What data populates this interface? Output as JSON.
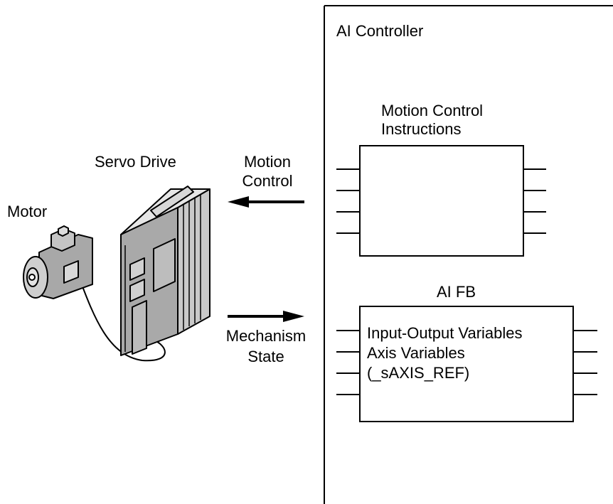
{
  "controller": {
    "title": "AI Controller",
    "motion_block": {
      "title_line1": "Motion Control",
      "title_line2": "Instructions"
    },
    "fb_block": {
      "title": "AI FB",
      "line1": "Input-Output Variables",
      "line2": "Axis Variables",
      "line3": "(_sAXIS_REF)"
    }
  },
  "devices": {
    "servo_drive": "Servo Drive",
    "motor": "Motor"
  },
  "arrows": {
    "to_drive": {
      "line1": "Motion",
      "line2": "Control"
    },
    "to_controller": {
      "line1": "Mechanism",
      "line2": "State"
    }
  }
}
